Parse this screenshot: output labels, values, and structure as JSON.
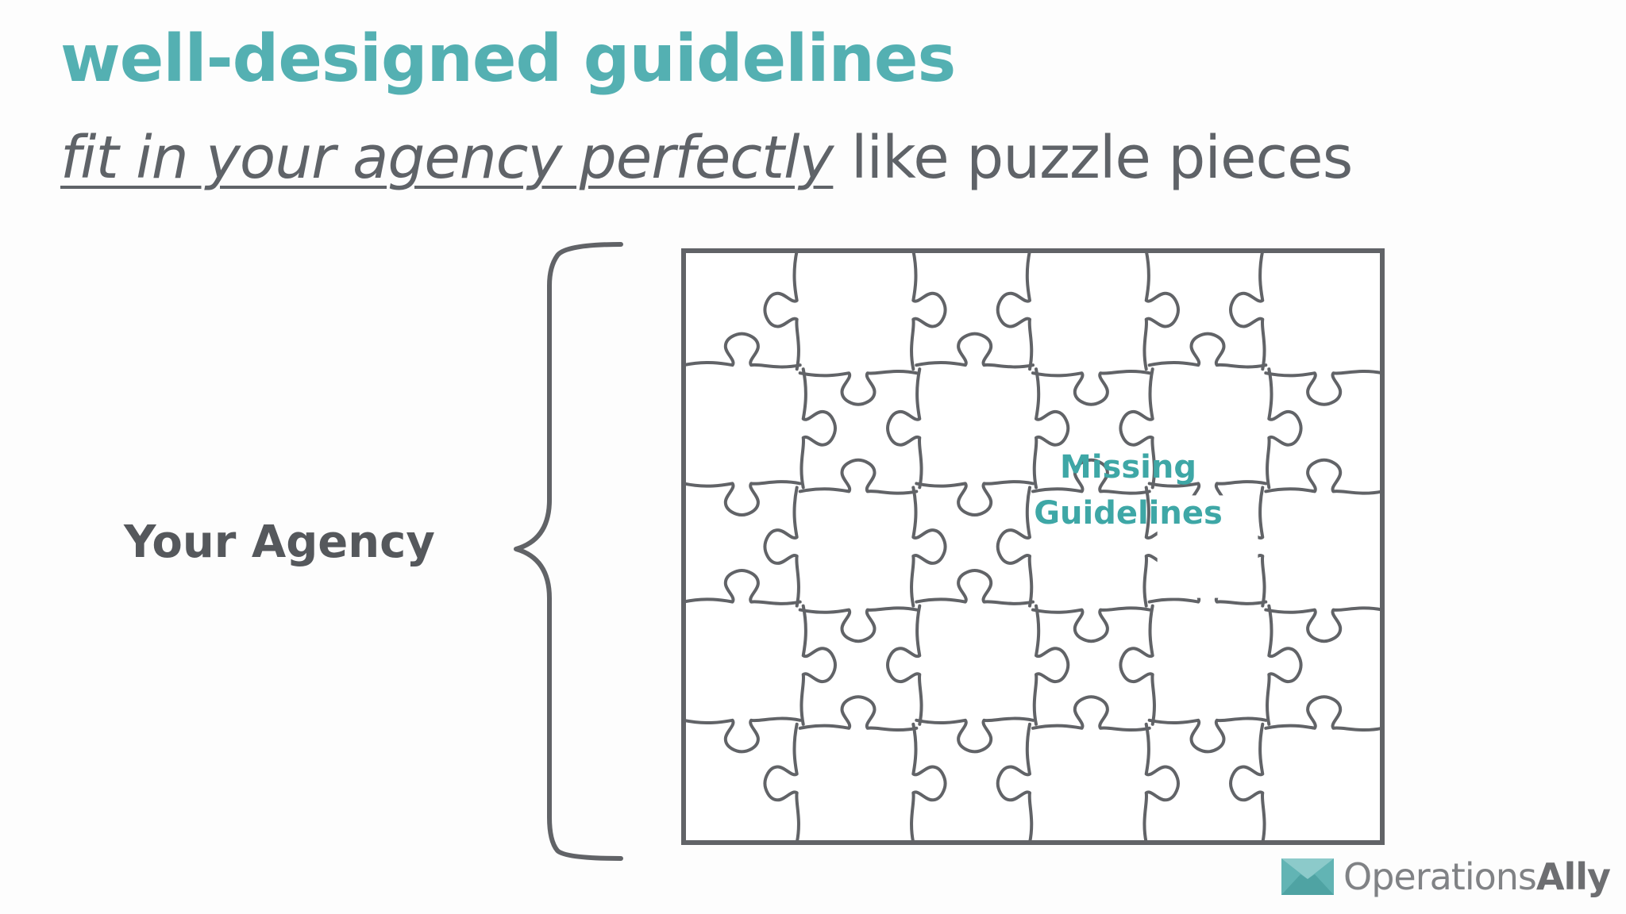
{
  "slide": {
    "title": "well-designed guidelines",
    "subtitle_emphasis": "fit in your agency perfectly",
    "subtitle_rest": " like puzzle pieces",
    "left_label": "Your Agency",
    "missing_line1": "Missing",
    "missing_line2": "Guidelines"
  },
  "logo": {
    "name_light": "Operations",
    "name_bold": "Ally",
    "icon": "envelope-icon"
  },
  "colors": {
    "accent_teal": "#54b0b2",
    "text_gray": "#5f6368",
    "puzzle_stroke": "#616367",
    "background": "#fdfdfd"
  },
  "puzzle": {
    "columns": 6,
    "rows": 5,
    "missing_piece": {
      "column": 4,
      "row": 2
    }
  }
}
